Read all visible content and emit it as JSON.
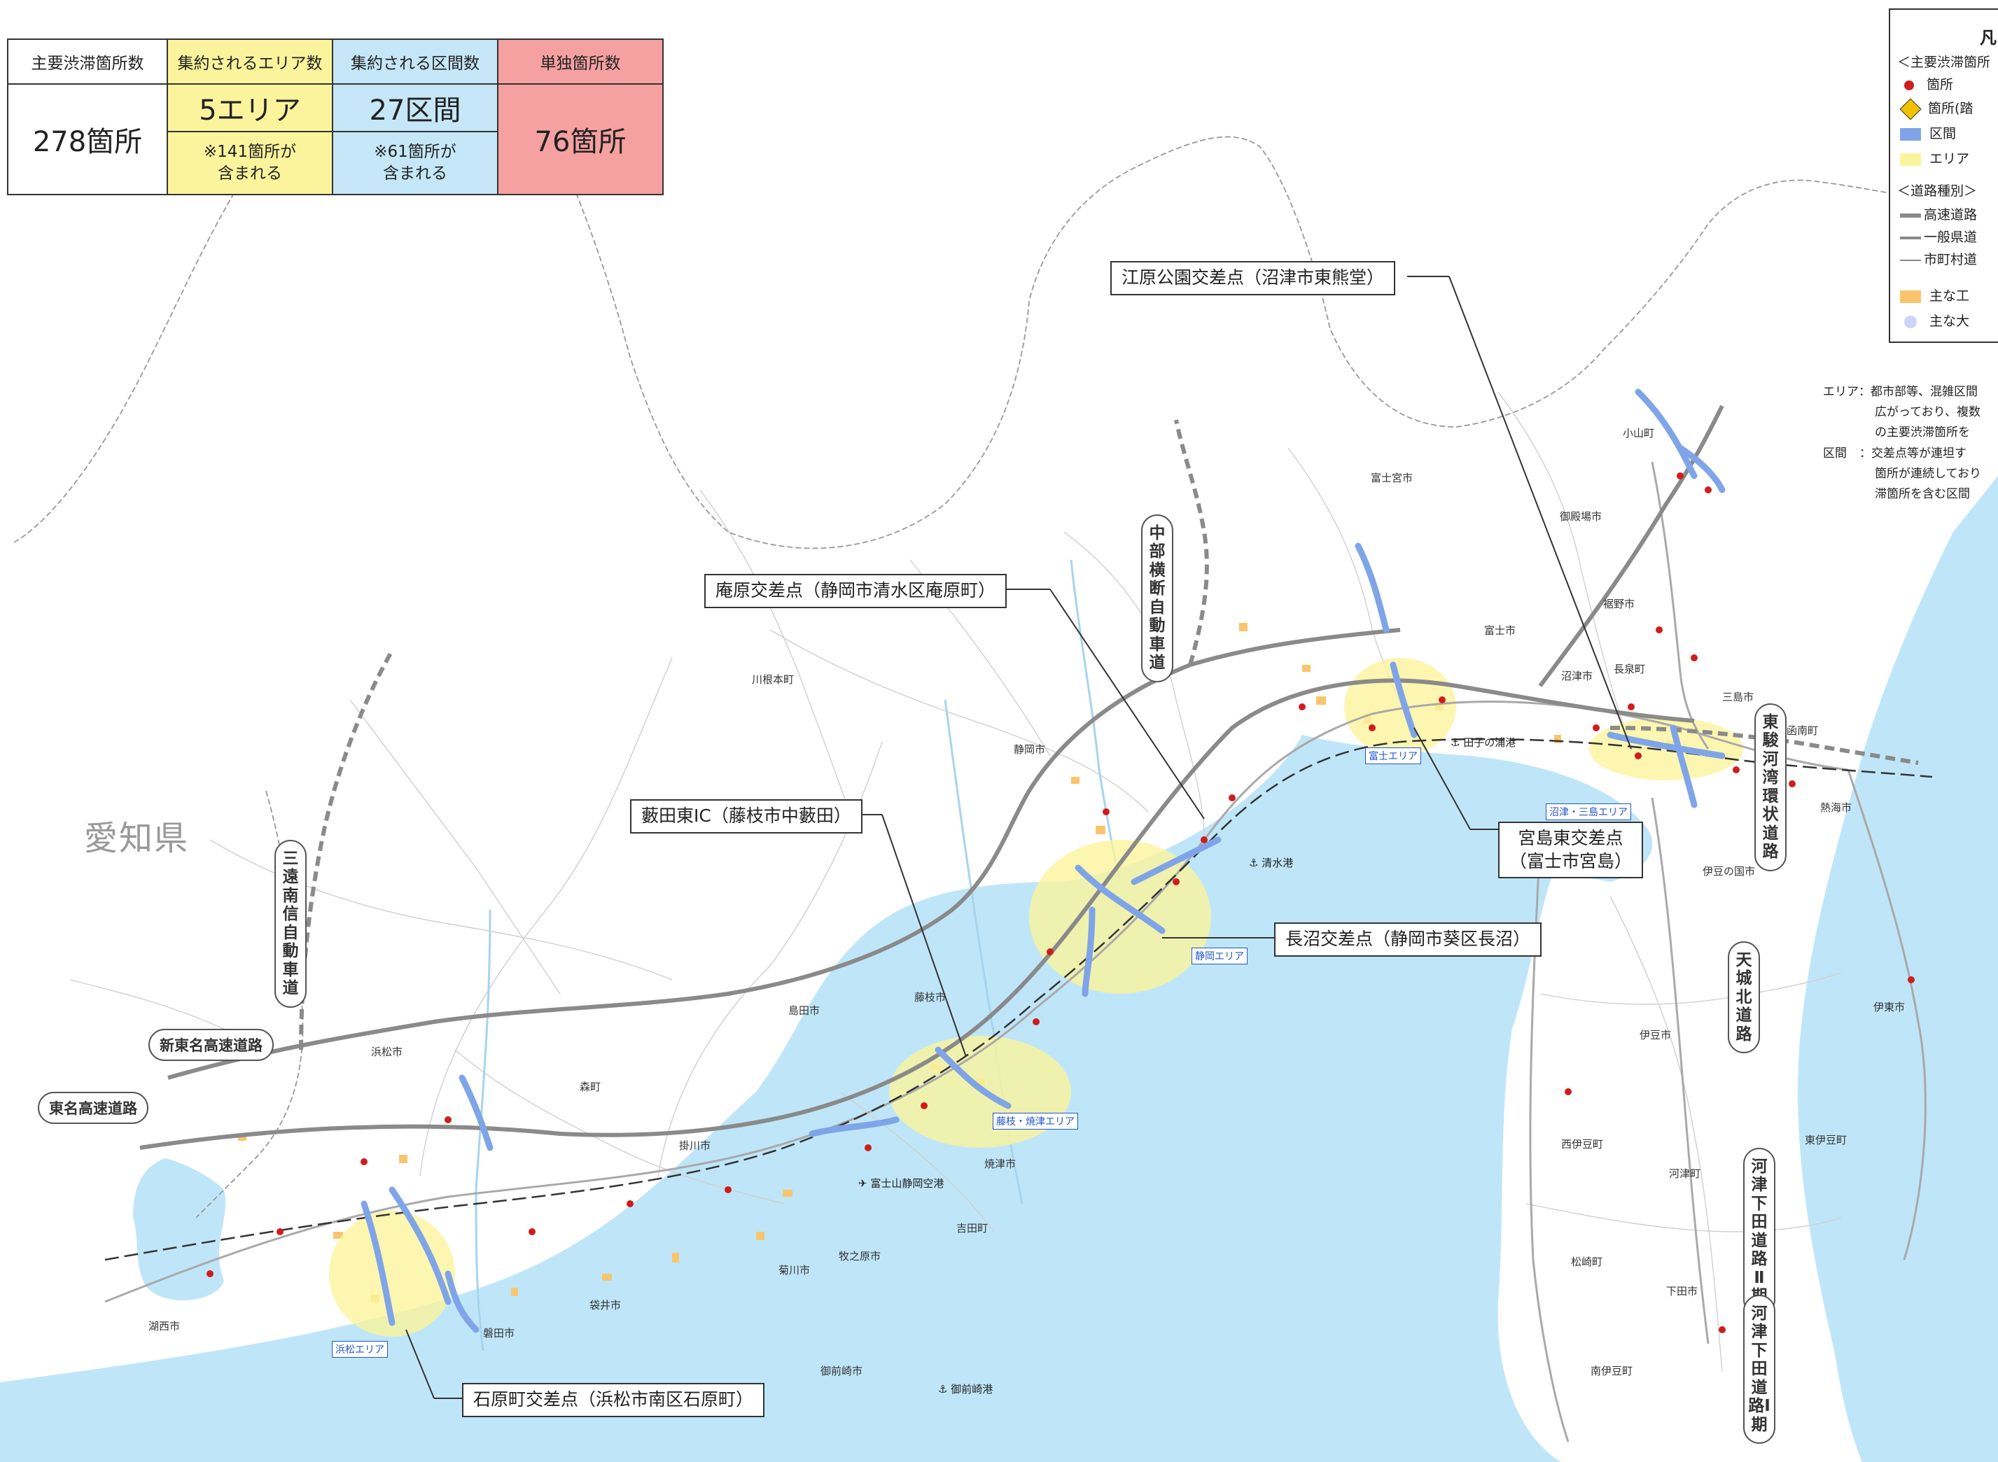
{
  "summary": {
    "headers": {
      "total": "主要渋滞箇所数",
      "area": "集約されるエリア数",
      "section": "集約される区間数",
      "single": "単独箇所数"
    },
    "total_value": "278箇所",
    "area_value": "5エリア",
    "area_note_1": "※141箇所が",
    "area_note_2": "含まれる",
    "section_value": "27区間",
    "section_note_1": "※61箇所が",
    "section_note_2": "含まれる",
    "single_value": "76箇所"
  },
  "prefecture": {
    "aichi": "愛知県"
  },
  "callouts": {
    "ebara": "江原公園交差点（沼津市東熊堂）",
    "ihara": "庵原交差点（静岡市清水区庵原町）",
    "yaita": "藪田東IC（藤枝市中藪田）",
    "miyajima_1": "宮島東交差点",
    "miyajima_2": "（富士市宮島）",
    "naganuma": "長沼交差点（静岡市葵区長沼）",
    "ishiwara": "石原町交差点（浜松市南区石原町）"
  },
  "roads": {
    "chubu": "中部横断自動車道",
    "sanen": "三遠南信自動車道",
    "shintomei": "新東名高速道路",
    "tomei": "東名高速道路",
    "higashisuruga": "東駿河湾環状道路",
    "amagi": "天城北道路",
    "kawazu2": "河津下田道路Ⅱ期",
    "kawazu1": "河津下田道路Ⅰ期"
  },
  "cities": {
    "oyama": "小山町",
    "fujinomiya": "富士宮市",
    "gotemba": "御殿場市",
    "susono": "裾野市",
    "fuji": "富士市",
    "numazu": "沼津市",
    "nagaizumi": "長泉町",
    "mishima": "三島市",
    "kannami": "函南町",
    "atami": "熱海市",
    "izunokuni": "伊豆の国市",
    "ito": "伊東市",
    "izu": "伊豆市",
    "nishiizu": "西伊豆町",
    "higashiizu": "東伊豆町",
    "kawazu": "河津町",
    "matsuzaki": "松崎町",
    "shimoda": "下田市",
    "minamiizu": "南伊豆町",
    "kawanehon": "川根本町",
    "shizuoka": "静岡市",
    "fujieda": "藤枝市",
    "shimada": "島田市",
    "yaizu": "焼津市",
    "yoshida": "吉田町",
    "makinohara": "牧之原市",
    "kikugawa": "菊川市",
    "kakegawa": "掛川市",
    "mori": "森町",
    "hamamatsu": "浜松市",
    "iwata": "磐田市",
    "fukuroi": "袋井市",
    "kosai": "湖西市",
    "omaezaki": "御前崎市"
  },
  "ports": {
    "tagonoura": "田子の浦港",
    "shimizu": "清水港",
    "omaezaki": "御前崎港",
    "airport": "富士山静岡空港"
  },
  "area_labels": {
    "fuji": "富士エリア",
    "numazu": "沼津・三島エリア",
    "shizuoka": "静岡エリア",
    "fujieda": "藤枝・焼津エリア",
    "hamamatsu": "浜松エリア"
  },
  "legend": {
    "title": "凡",
    "group1": "＜主要渋滞箇所",
    "point": "箇所",
    "point_rail": "箇所(踏",
    "section": "区間",
    "area": "エリア",
    "group2": "＜道路種別＞",
    "expressway": "高速道路",
    "general_pref": "一般県道",
    "municipal": "市町村道",
    "industrial": "主な工",
    "large": "主な大"
  },
  "notes": {
    "area_term": "エリア",
    "area_line1": "：都市部等、混雑区間",
    "area_line2": "広がっており、複数",
    "area_line3": "の主要渋滞箇所を",
    "section_term": "区間",
    "section_line1": "：交差点等が連坦す",
    "section_line2": "箇所が連続しており",
    "section_line3": "滞箇所を含む区間"
  },
  "colors": {
    "sea": "#bfe6f8",
    "area_yellow": "#fbf49c",
    "section_blue": "#9bb8ee",
    "single_red": "#f5a1a1",
    "header_area": "#fbf49c",
    "header_section": "#c5e7f8",
    "point_red": "#d01c1c",
    "road_gray": "#8a8a8a",
    "industrial_orange": "#f8c56e"
  }
}
